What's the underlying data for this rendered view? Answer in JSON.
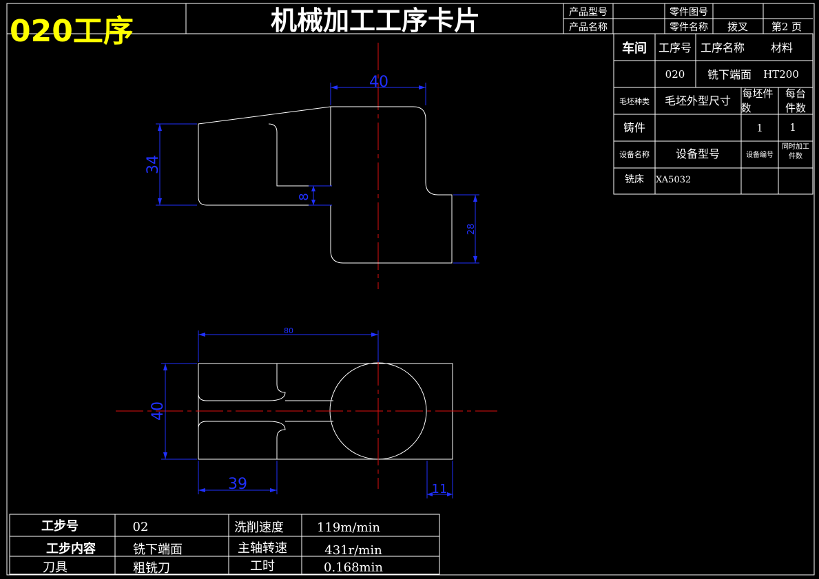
{
  "title_block": {
    "stamp": "020工序",
    "title": "机械加工工序卡片",
    "product_model_label": "产品型号",
    "product_model_value": "",
    "product_name_label": "产品名称",
    "product_name_value": "",
    "part_number_label": "零件图号",
    "part_number_value": "",
    "part_name_label": "零件名称",
    "part_name_value": "拨叉",
    "page_label": "第2 页"
  },
  "info_table": {
    "workshop_label": "车间",
    "op_no_label": "工序号",
    "op_name_label": "工序名称",
    "material_label": "材料",
    "workshop_value": "",
    "op_no_value": "020",
    "op_name_value": "铣下端面",
    "material_value": "HT200",
    "blank_type_label": "毛坯种类",
    "blank_size_label": "毛坯外型尺寸",
    "per_blank_label_1": "每坯件",
    "per_blank_label_2": "数",
    "per_unit_label_1": "每台",
    "per_unit_label_2": "件数",
    "blank_type_value": "铸件",
    "blank_size_value": "",
    "per_blank_value": "1",
    "per_unit_value": "1",
    "equip_name_label": "设备名称",
    "equip_model_label": "设备型号",
    "equip_no_label": "设备编号",
    "simul_label_1": "同时加工",
    "simul_label_2": "件数",
    "equip_name_value": "铣床",
    "equip_model_value": "XA5032",
    "equip_no_value": "",
    "simul_value": ""
  },
  "dimensions": {
    "top_width": "40",
    "top_left_height": "34",
    "top_slot": "8",
    "top_right_height": "28",
    "bottom_length": "80",
    "bottom_height": "40",
    "bottom_left_len": "39",
    "bottom_right_len": "11"
  },
  "step_table": {
    "step_no_label": "工步号",
    "step_no_value": "02",
    "speed_label": "洗削速度",
    "speed_value": "119m/min",
    "content_label": "工步内容",
    "content_value": "铣下端面",
    "spindle_label": "主轴转速",
    "spindle_value": "431r/min",
    "tool_label": "刀具",
    "tool_value": "粗铣刀",
    "time_label": "工时",
    "time_value": "0.168min"
  },
  "colors": {
    "background": "#000000",
    "line": "#ffffff",
    "dimension": "#2030ff",
    "centerline": "#e01010",
    "stamp": "#ffff00"
  }
}
